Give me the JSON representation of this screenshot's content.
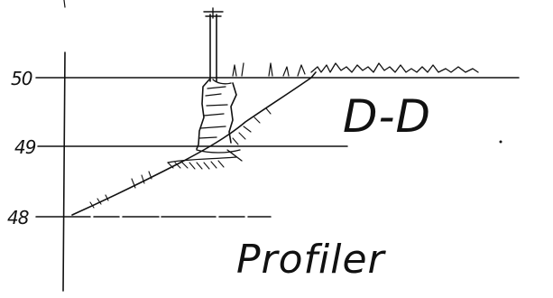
{
  "drawing": {
    "section_label": "D-D",
    "caption": "Profiler",
    "levels": [
      "50",
      "49",
      "48"
    ]
  },
  "colors": {
    "ink": "#111111",
    "paper": "#ffffff"
  }
}
